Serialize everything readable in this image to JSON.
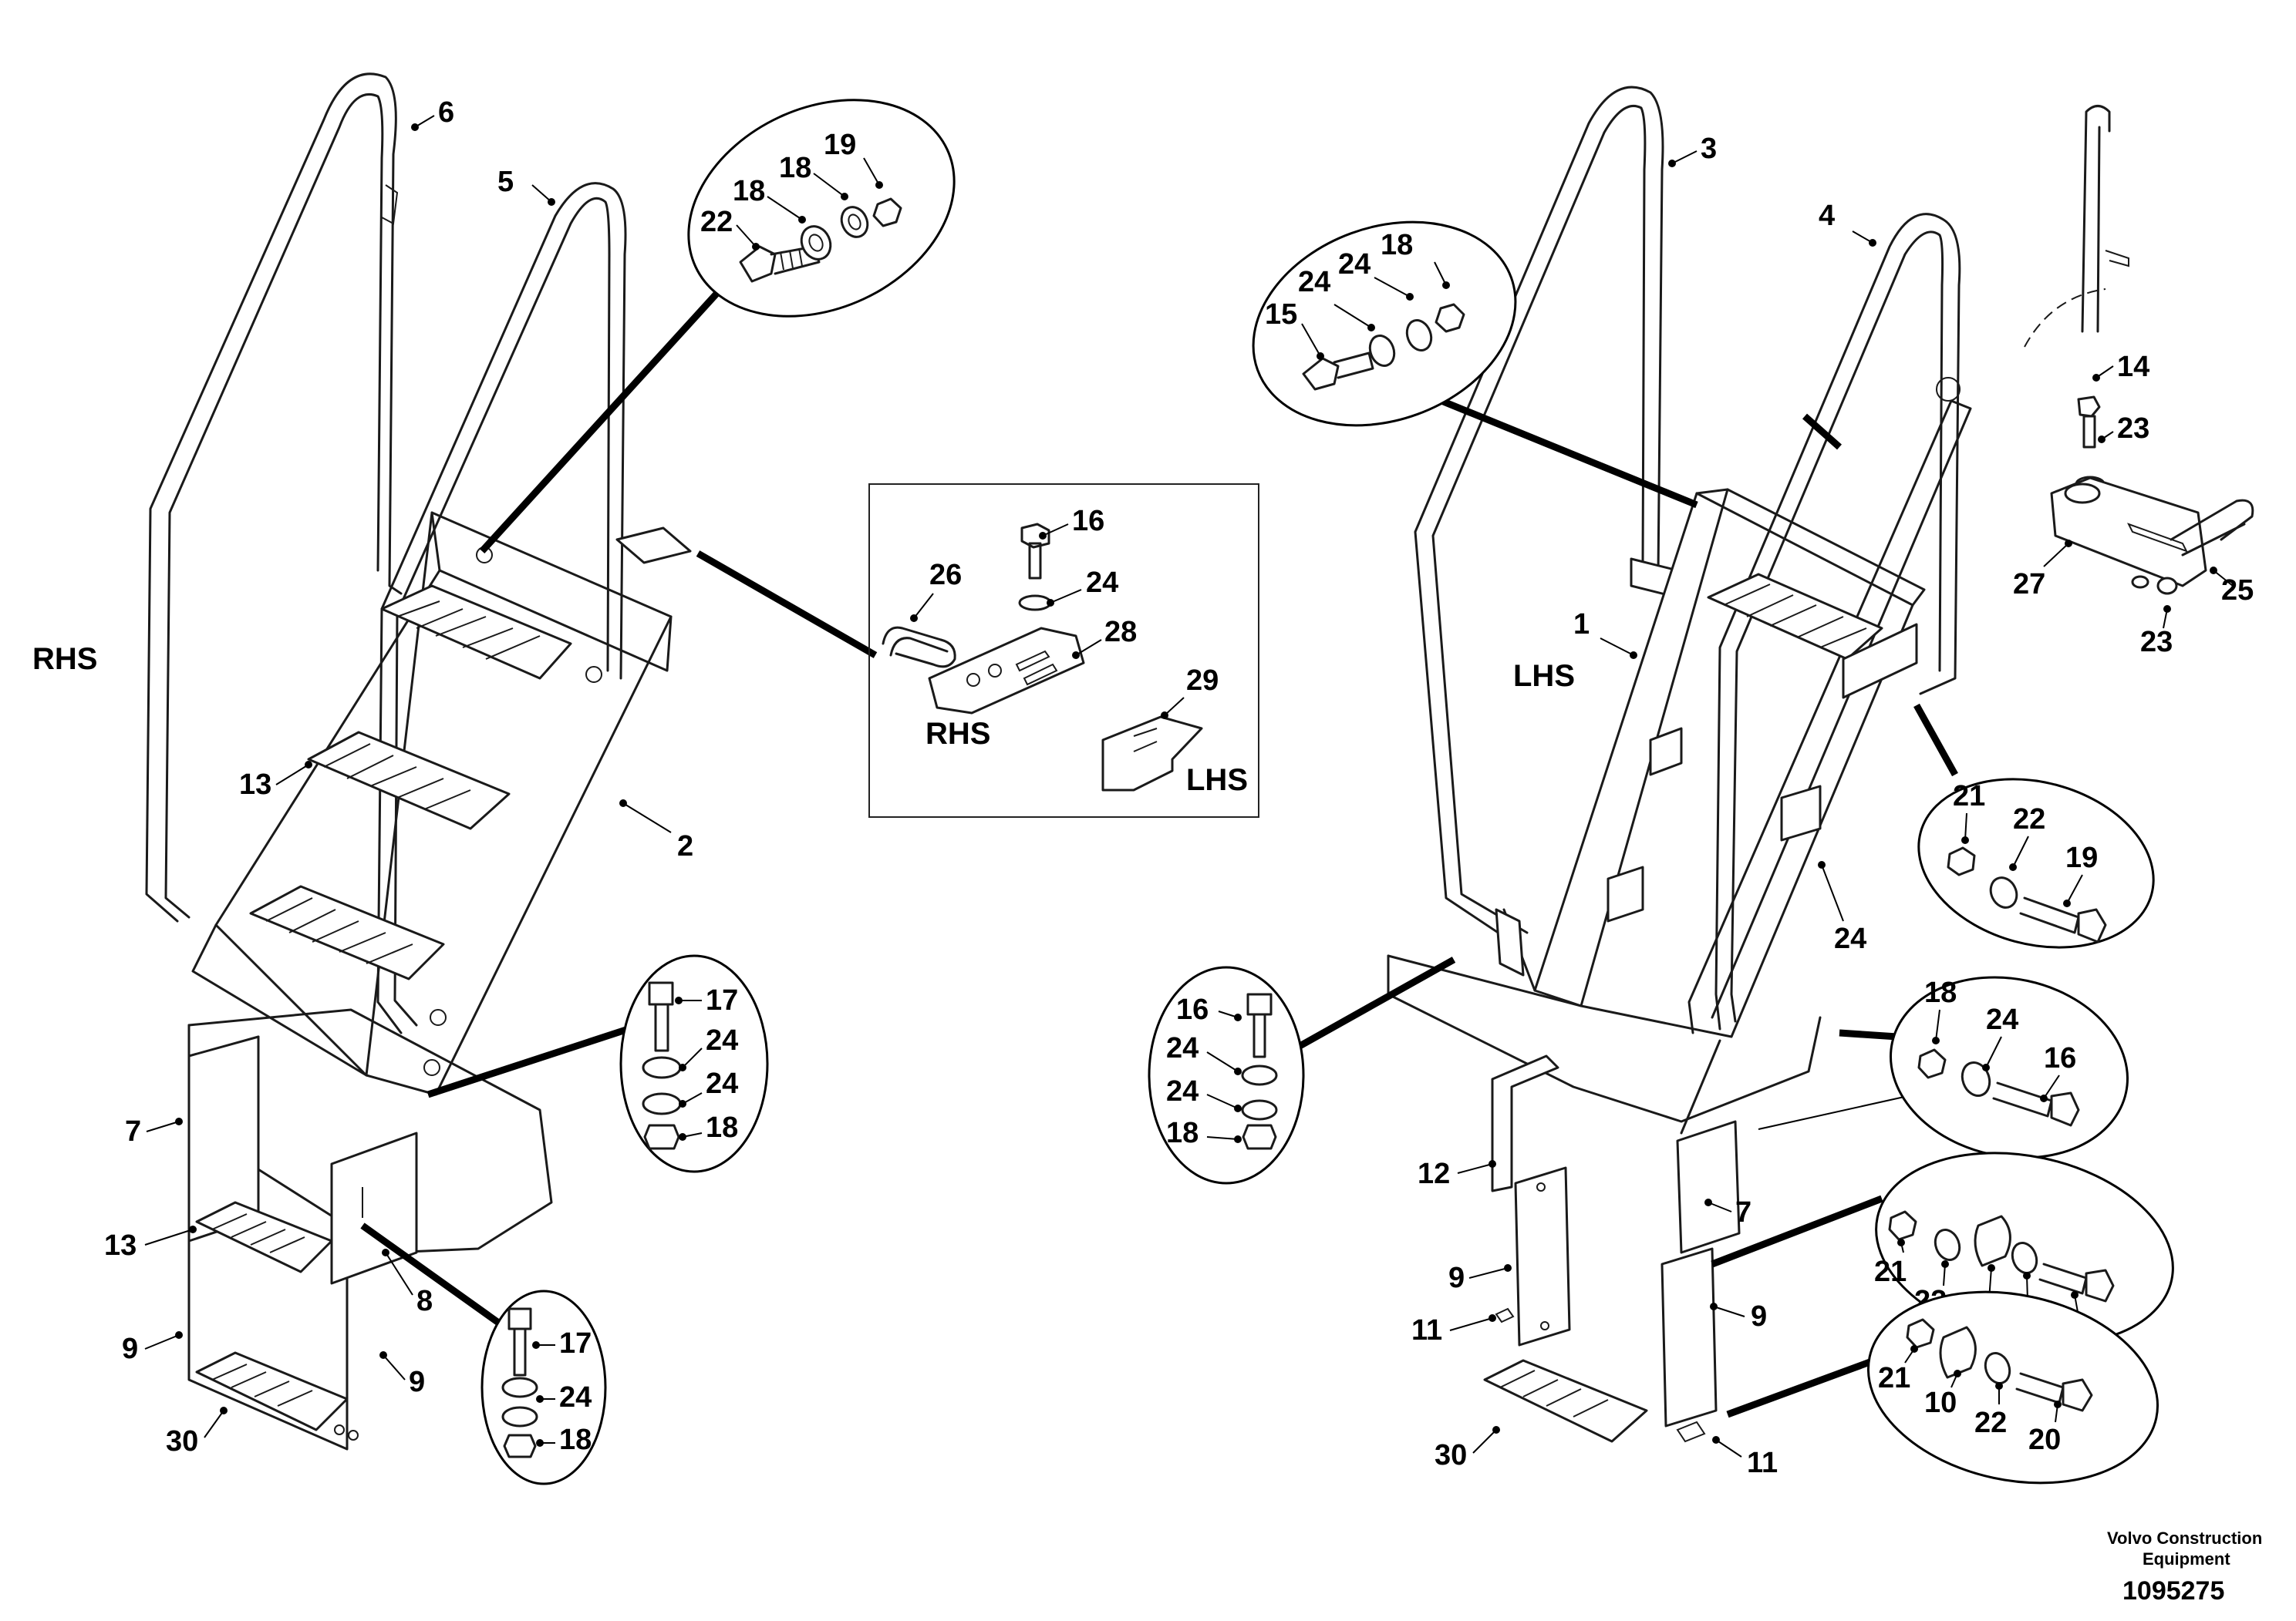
{
  "side_labels": {
    "rhs_main": "RHS",
    "lhs_main": "LHS",
    "rhs_inset": "RHS",
    "lhs_inset": "LHS"
  },
  "footer": {
    "company_line1": "Volvo Construction",
    "company_line2": "Equipment",
    "drawing_number": "1095275"
  },
  "callouts": {
    "c6": "6",
    "c5": "5",
    "c2": "2",
    "c13a": "13",
    "c13b": "13",
    "c7a": "7",
    "c8": "8",
    "c9a": "9",
    "c9b": "9",
    "c30a": "30",
    "b1_22": "22",
    "b1_18a": "18",
    "b1_18b": "18",
    "b1_19": "19",
    "b2_17": "17",
    "b2_24a": "24",
    "b2_24b": "24",
    "b2_18": "18",
    "b3_17": "17",
    "b3_24": "24",
    "b3_18": "18",
    "i_16": "16",
    "i_26": "26",
    "i_24": "24",
    "i_28": "28",
    "i_29": "29",
    "c3": "3",
    "c4": "4",
    "c1": "1",
    "c24main": "24",
    "c12": "12",
    "c9c": "9",
    "c11a": "11",
    "c7b": "7",
    "c9d": "9",
    "c11b": "11",
    "c30b": "30",
    "b4_15": "15",
    "b4_24a": "24",
    "b4_24b": "24",
    "b4_18": "18",
    "d_14": "14",
    "d_23a": "23",
    "d_27": "27",
    "d_25": "25",
    "d_23b": "23",
    "b5_21": "21",
    "b5_22": "22",
    "b5_19": "19",
    "b6_16": "16",
    "b6_24a": "24",
    "b6_24b": "24",
    "b6_18": "18",
    "b7_18": "18",
    "b7_24": "24",
    "b7_16": "16",
    "b8_21": "21",
    "b8_22a": "22",
    "b8_10": "10",
    "b8_22b": "22",
    "b8_20": "20",
    "b9_21": "21",
    "b9_10": "10",
    "b9_22": "22",
    "b9_20": "20"
  }
}
